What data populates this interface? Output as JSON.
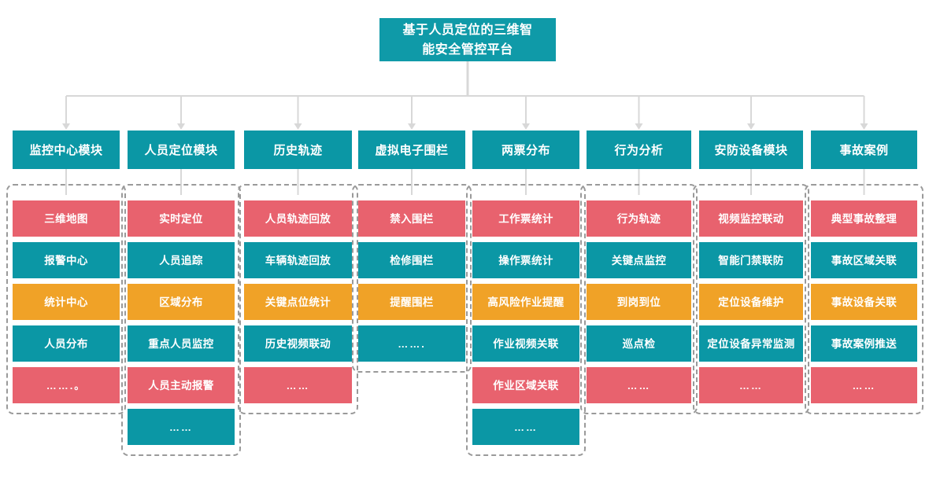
{
  "diagram": {
    "title": {
      "line1": "基于人员定位的三维智",
      "line2": "能安全管控平台"
    },
    "colors": {
      "title_bg": "#0f9aa8",
      "header_bg": "#0b97a5",
      "tile_red": "#e8626e",
      "tile_teal": "#0b97a5",
      "tile_orange": "#f0a227",
      "connector": "#d8d8d8",
      "group_border": "#9a9a9a",
      "text": "#ffffff"
    },
    "columns": [
      {
        "header": "监控中心模块",
        "items": [
          {
            "label": "三维地图",
            "color": "red"
          },
          {
            "label": "报警中心",
            "color": "teal"
          },
          {
            "label": "统计中心",
            "color": "orange"
          },
          {
            "label": "人员分布",
            "color": "teal"
          },
          {
            "label": "…….。",
            "color": "red"
          }
        ]
      },
      {
        "header": "人员定位模块",
        "items": [
          {
            "label": "实时定位",
            "color": "red"
          },
          {
            "label": "人员追踪",
            "color": "teal"
          },
          {
            "label": "区域分布",
            "color": "orange"
          },
          {
            "label": "重点人员监控",
            "color": "teal"
          },
          {
            "label": "人员主动报警",
            "color": "red"
          },
          {
            "label": "……",
            "color": "teal"
          }
        ]
      },
      {
        "header": "历史轨迹",
        "items": [
          {
            "label": "人员轨迹回放",
            "color": "red"
          },
          {
            "label": "车辆轨迹回放",
            "color": "teal"
          },
          {
            "label": "关键点位统计",
            "color": "orange"
          },
          {
            "label": "历史视频联动",
            "color": "teal"
          },
          {
            "label": "……",
            "color": "red"
          }
        ]
      },
      {
        "header": "虚拟电子围栏",
        "items": [
          {
            "label": "禁入围栏",
            "color": "red"
          },
          {
            "label": "检修围栏",
            "color": "teal"
          },
          {
            "label": "提醒围栏",
            "color": "orange"
          },
          {
            "label": "…….",
            "color": "teal"
          }
        ]
      },
      {
        "header": "两票分布",
        "items": [
          {
            "label": "工作票统计",
            "color": "red"
          },
          {
            "label": "操作票统计",
            "color": "teal"
          },
          {
            "label": "高风险作业提醒",
            "color": "orange"
          },
          {
            "label": "作业视频关联",
            "color": "teal"
          },
          {
            "label": "作业区域关联",
            "color": "red"
          },
          {
            "label": "……",
            "color": "teal"
          }
        ]
      },
      {
        "header": "行为分析",
        "items": [
          {
            "label": "行为轨迹",
            "color": "red"
          },
          {
            "label": "关键点监控",
            "color": "teal"
          },
          {
            "label": "到岗到位",
            "color": "orange"
          },
          {
            "label": "巡点检",
            "color": "teal"
          },
          {
            "label": "……",
            "color": "red"
          }
        ]
      },
      {
        "header": "安防设备模块",
        "items": [
          {
            "label": "视频监控联动",
            "color": "red"
          },
          {
            "label": "智能门禁联防",
            "color": "teal"
          },
          {
            "label": "定位设备维护",
            "color": "orange"
          },
          {
            "label": "定位设备异常监测",
            "color": "teal"
          },
          {
            "label": "……",
            "color": "red"
          }
        ]
      },
      {
        "header": "事故案例",
        "items": [
          {
            "label": "典型事故整理",
            "color": "red"
          },
          {
            "label": "事故区域关联",
            "color": "teal"
          },
          {
            "label": "事故设备关联",
            "color": "orange"
          },
          {
            "label": "事故案例推送",
            "color": "teal"
          },
          {
            "label": "……",
            "color": "red"
          }
        ]
      }
    ]
  }
}
